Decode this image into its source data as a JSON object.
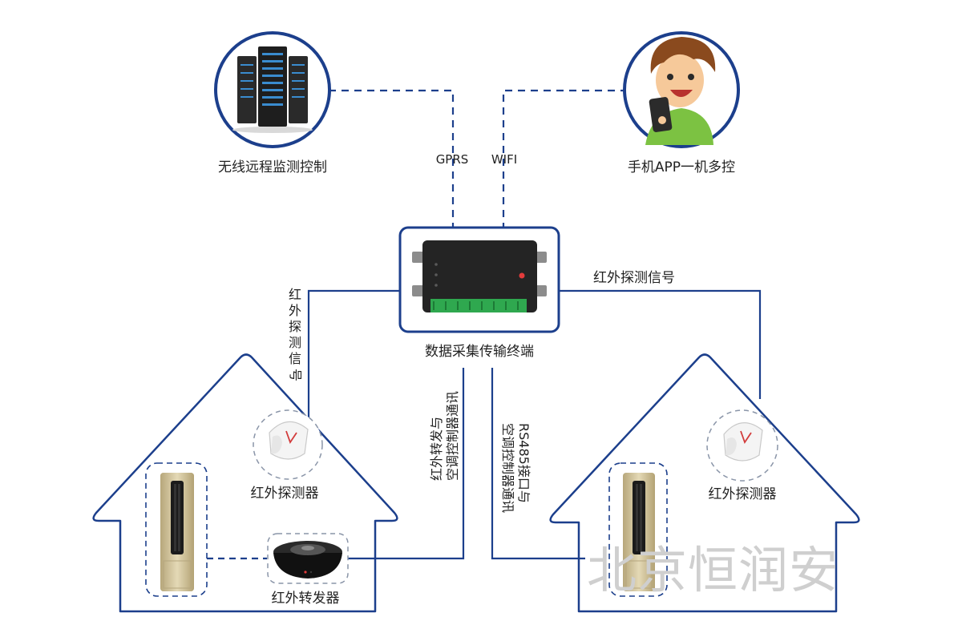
{
  "labels": {
    "remote_monitor": "无线远程监测控制",
    "mobile_app": "手机APP一机多控",
    "gprs": "GPRS",
    "wifi": "WIFI",
    "terminal": "数据采集传输终端",
    "ir_signal_right": "红外探测信号",
    "ir_signal_left": [
      "红",
      "外",
      "探",
      "测",
      "信",
      "号"
    ],
    "ir_detector_left": "红外探测器",
    "ir_detector_right": "红外探测器",
    "ir_transmitter": "红外转发器",
    "comm_left_line1": "红外转发与",
    "comm_left_line2": "空调控制器通讯",
    "comm_right_line1": "RS485接口与",
    "comm_right_line2": "空调控制器通讯",
    "watermark": "北京恒润安"
  },
  "colors": {
    "line": "#1c3f8c",
    "house": "#1c3f8c",
    "dashed_circle": "#8a95a8",
    "terminal_body": "#242424",
    "terminal_green": "#2fa84f",
    "terminal_led": "#e23b3b",
    "ac_gold": "#c9b98f",
    "shirt": "#7cc242",
    "hair": "#8a4a1e"
  },
  "icons": {
    "server": "server-rack-icon",
    "person": "person-with-phone-icon",
    "detector": "ir-detector-icon",
    "ac_unit": "air-conditioner-icon",
    "transmitter": "ir-transmitter-icon",
    "terminal": "data-terminal-icon"
  }
}
